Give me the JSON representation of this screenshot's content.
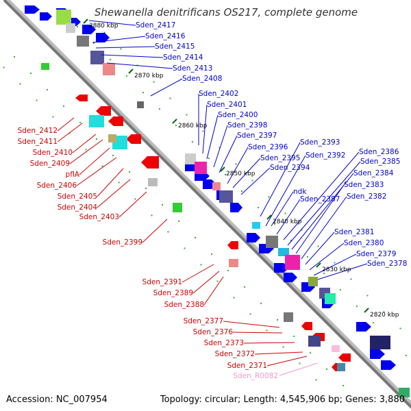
{
  "title": "Shewanella denitrificans OS217, complete genome",
  "footer": {
    "accession": "Accession: NC_007954",
    "summary": "Topology: circular; Length: 4,545,906 bp; Genes: 3,880"
  },
  "colors": {
    "forward_label": "#0000cc",
    "reverse_label": "#cc0000",
    "rna_label": "#ee99cc",
    "forward_gene": "#0000ee",
    "reverse_gene": "#ee0000",
    "backbone": "#888888",
    "tick": "#006600"
  },
  "scale": [
    {
      "text": "2880 kbp"
    },
    {
      "text": "2870 kbp"
    },
    {
      "text": "2860 kbp"
    },
    {
      "text": "2850 kbp"
    },
    {
      "text": "2840 kbp"
    },
    {
      "text": "2830 kbp"
    },
    {
      "text": "2820 kbp"
    }
  ],
  "forward_labels": [
    "Sden_2417",
    "Sden_2416",
    "Sden_2415",
    "Sden_2414",
    "Sden_2413",
    "Sden_2408",
    "Sden_2402",
    "Sden_2401",
    "Sden_2400",
    "Sden_2398",
    "Sden_2397",
    "Sden_2396",
    "Sden_2395",
    "Sden_2394",
    "Sden_2393",
    "Sden_2392",
    "ndk",
    "Sden_2387",
    "Sden_2386",
    "Sden_2385",
    "Sden_2384",
    "Sden_2383",
    "Sden_2382",
    "Sden_2381",
    "Sden_2380",
    "Sden_2379",
    "Sden_2378"
  ],
  "reverse_labels": [
    "Sden_2412",
    "Sden_2411",
    "Sden_2410",
    "Sden_2409",
    "pflA",
    "Sden_2406",
    "Sden_2405",
    "Sden_2404",
    "Sden_2403",
    "Sden_2399",
    "Sden_2391",
    "Sden_2389",
    "Sden_2388",
    "Sden_2377",
    "Sden_2376",
    "Sden_2373",
    "Sden_2372",
    "Sden_2371"
  ],
  "rna_labels": [
    "Sden_R0082"
  ]
}
